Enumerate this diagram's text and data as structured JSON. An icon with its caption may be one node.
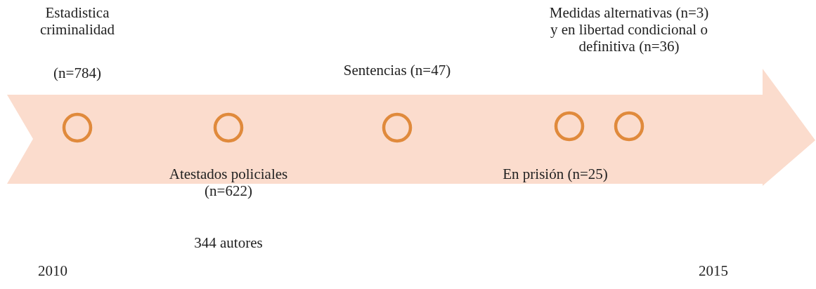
{
  "diagram": {
    "nodes": [
      {
        "text": [],
        "shape": "circle",
        "beside": [
          "Estadistica criminalidad",
          "(n=784)"
        ]
      },
      {
        "text": [],
        "shape": "circle",
        "beside": [
          "Atestados policiales (n=622)",
          "344 autores"
        ]
      },
      {
        "text": [],
        "shape": "circle",
        "beside": [
          "Sentencias (n=47)"
        ]
      },
      {
        "text": [],
        "shape": "circle",
        "beside": [
          "En prisión (n=25)"
        ]
      },
      {
        "text": [],
        "shape": "circle",
        "beside": [
          "Medidas alternativas (n=3) y en libertad condicional o definitiva (n=36)"
        ]
      }
    ],
    "labels": [
      "2010",
      "2015"
    ]
  }
}
